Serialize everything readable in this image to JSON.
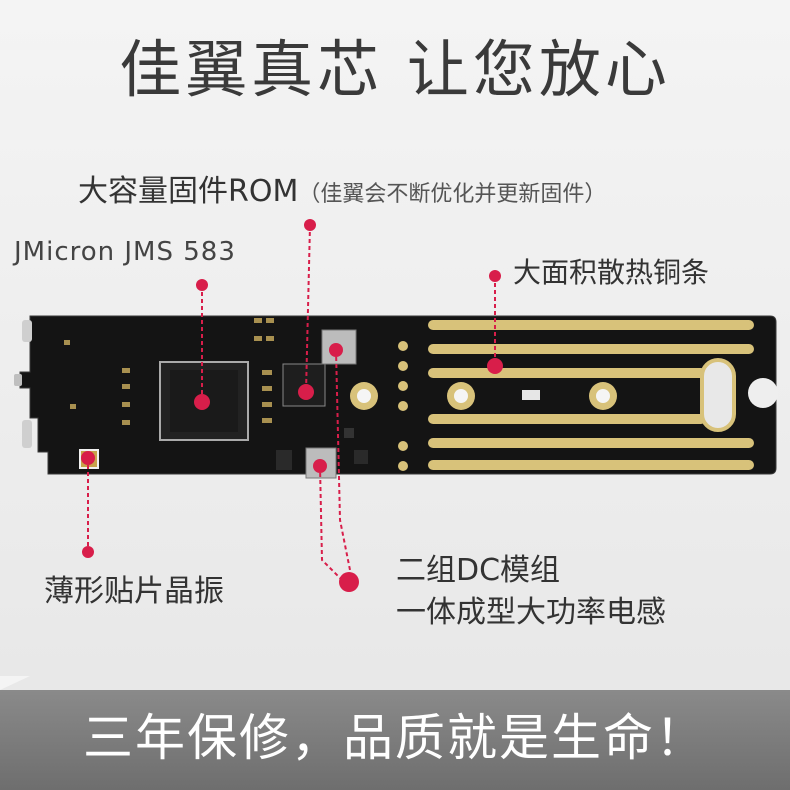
{
  "headline": "佳翼真芯 让您放心",
  "labels": {
    "rom": "大容量固件ROM",
    "rom_note": "（佳翼会不断优化并更新固件）",
    "chip": "JMicron JMS 583",
    "copper": "大面积散热铜条",
    "crystal": "薄形贴片晶振",
    "dc_modules": "二组DC模组",
    "inductor": "一体成型大功率电感"
  },
  "slogan": "三年保修，品质就是生命！",
  "colors": {
    "pcb": "#141414",
    "copper": "#d8c27a",
    "marker": "#d81e4a",
    "banner": "#7a7a7a"
  }
}
